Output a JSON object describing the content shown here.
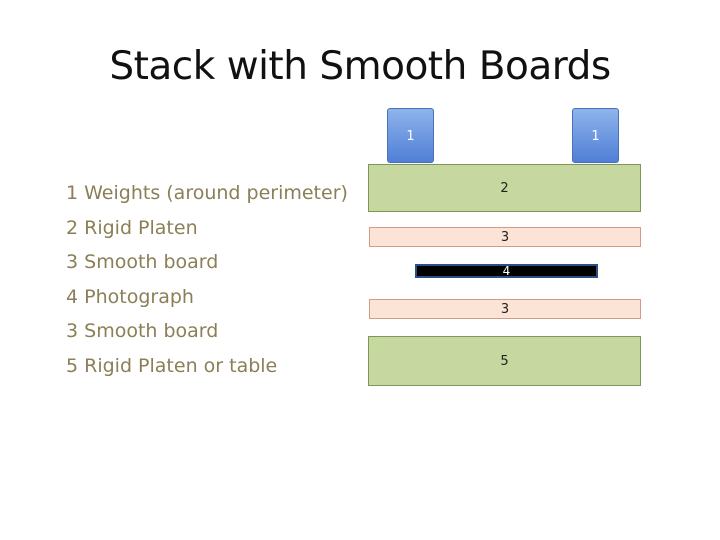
{
  "slide": {
    "title": "Stack with Smooth Boards"
  },
  "legend": {
    "items": [
      "1 Weights (around perimeter)",
      "2 Rigid Platen",
      "3 Smooth board",
      "4 Photograph",
      "3 Smooth board",
      "5 Rigid Platen or table"
    ]
  },
  "diagram": {
    "weight_left_label": "1",
    "weight_right_label": "1",
    "top_platen_label": "2",
    "top_board_label": "3",
    "photograph_label": "4",
    "bottom_board_label": "3",
    "bottom_platen_label": "5"
  },
  "colors": {
    "weight": "#4f7fd6",
    "platen": "#c6d8a0",
    "smooth_board": "#fbe3d6",
    "photograph": "#000000",
    "legend_text": "#8a7f57"
  }
}
